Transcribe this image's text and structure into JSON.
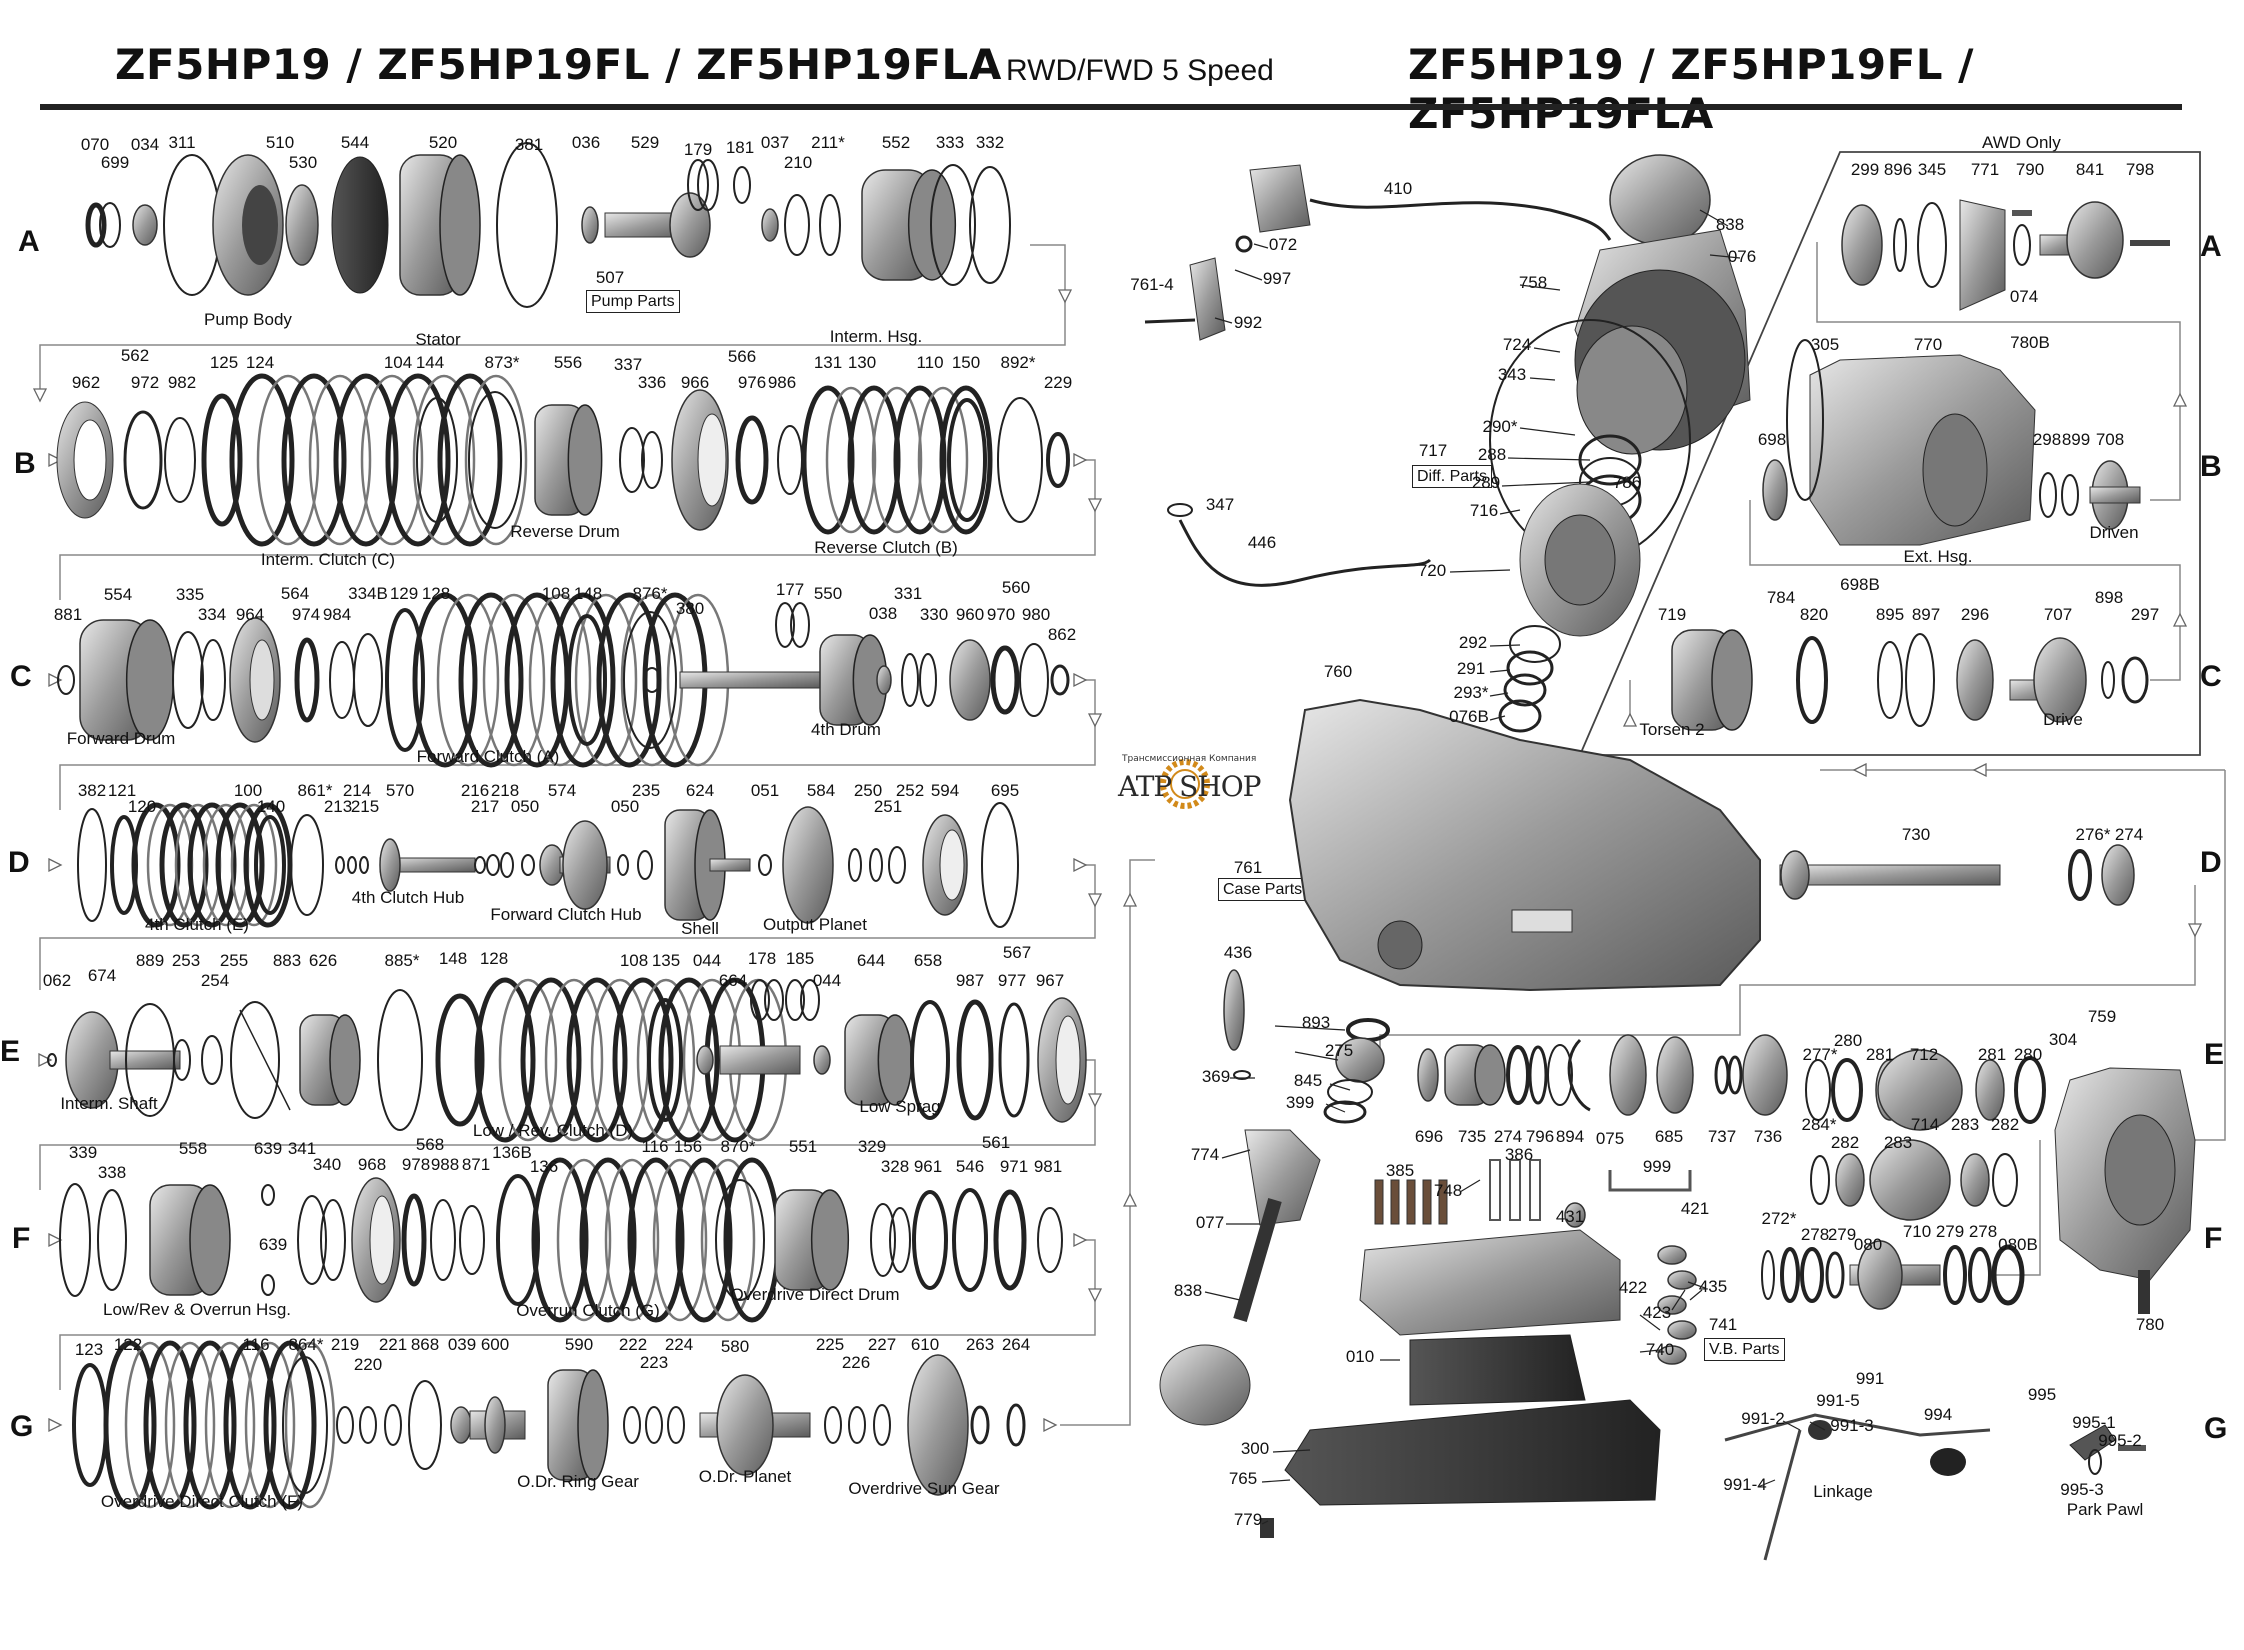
{
  "header": {
    "title_left": "ZF5HP19 / ZF5HP19FL / ZF5HP19FLA",
    "subtitle": "RWD/FWD 5 Speed",
    "title_right": "ZF5HP19 / ZF5HP19FL / ZF5HP19FLA"
  },
  "rows": [
    "A",
    "B",
    "C",
    "D",
    "E",
    "F",
    "G"
  ],
  "awd_label": "AWD Only",
  "boxes": {
    "pump": "Pump Parts",
    "diff": "Diff. Parts",
    "case": "Case Parts",
    "vb": "V.B. Parts"
  },
  "logo": {
    "sub": "Трансмиссионная Компания",
    "main": "ATP SHOP"
  },
  "row_a": {
    "labels": [
      "070",
      "699",
      "034",
      "311",
      "510",
      "530",
      "544",
      "520",
      "381",
      "036",
      "529",
      "179",
      "181",
      "037",
      "210",
      "211*",
      "552",
      "333",
      "332",
      "507"
    ],
    "captions": [
      "Pump Body",
      "Stator",
      "Interm. Hsg."
    ]
  },
  "row_b": {
    "labels": [
      "562",
      "962",
      "972",
      "982",
      "125",
      "124",
      "104",
      "144",
      "873*",
      "556",
      "337",
      "336",
      "566",
      "966",
      "976",
      "986",
      "131",
      "130",
      "110",
      "150",
      "892*",
      "229"
    ],
    "captions": [
      "Interm. Clutch (C)",
      "Reverse Drum",
      "Reverse Clutch (B)"
    ]
  },
  "row_c": {
    "labels": [
      "881",
      "554",
      "335",
      "334",
      "564",
      "964",
      "974",
      "984",
      "334B",
      "129",
      "128",
      "108",
      "148",
      "876*",
      "380",
      "177",
      "550",
      "038",
      "331",
      "330",
      "560",
      "960",
      "970",
      "980",
      "862"
    ],
    "captions": [
      "Forward Drum",
      "Forward Clutch (A)",
      "4th Drum"
    ]
  },
  "row_d": {
    "labels": [
      "382",
      "121",
      "120",
      "100",
      "140",
      "861*",
      "213",
      "214",
      "215",
      "570",
      "216",
      "217",
      "218",
      "050",
      "574",
      "050",
      "235",
      "624",
      "051",
      "584",
      "250",
      "251",
      "252",
      "594",
      "695"
    ],
    "captions": [
      "4th Clutch (E)",
      "4th Clutch Hub",
      "Forward Clutch Hub",
      "Shell",
      "Output Planet"
    ]
  },
  "row_e": {
    "labels": [
      "062",
      "674",
      "889",
      "253",
      "254",
      "255",
      "883",
      "626",
      "885*",
      "148",
      "128",
      "108",
      "135",
      "044",
      "664",
      "178",
      "185",
      "044",
      "644",
      "658",
      "567",
      "987",
      "977",
      "967"
    ],
    "captions": [
      "Interm. Shaft",
      "Low / Rev. Clutch (D)",
      "Low Sprag"
    ]
  },
  "row_f": {
    "labels": [
      "339",
      "338",
      "558",
      "639",
      "341",
      "340",
      "568",
      "968",
      "978",
      "988",
      "871",
      "136B",
      "136",
      "116",
      "156",
      "870*",
      "551",
      "329",
      "328",
      "961",
      "546",
      "971",
      "981",
      "561",
      "639"
    ],
    "captions": [
      "Low/Rev & Overrun Hsg.",
      "Overrun Clutch (G)",
      "Overdrive Direct Drum"
    ]
  },
  "row_g": {
    "labels": [
      "123",
      "122",
      "116",
      "864*",
      "219",
      "220",
      "221",
      "868",
      "039",
      "600",
      "590",
      "222",
      "223",
      "224",
      "580",
      "225",
      "226",
      "227",
      "610",
      "263",
      "264"
    ],
    "captions": [
      "Overdrive Direct Clutch (F)",
      "O.Dr. Ring Gear",
      "O.Dr. Planet",
      "Overdrive Sun Gear"
    ]
  },
  "right_top": {
    "labels": [
      "410",
      "072",
      "997",
      "761-4",
      "992",
      "838",
      "076",
      "758",
      "724",
      "343",
      "290*",
      "288",
      "289",
      "716",
      "720",
      "292",
      "291",
      "293*",
      "076B",
      "786",
      "347",
      "446",
      "717"
    ]
  },
  "awd": {
    "labels": [
      "299",
      "896",
      "345",
      "771",
      "790",
      "841",
      "798",
      "074",
      "305",
      "770",
      "780B",
      "698",
      "298",
      "899",
      "708",
      "784",
      "698B",
      "719",
      "820",
      "895",
      "897",
      "296",
      "707",
      "898",
      "297"
    ],
    "captions": [
      "Ext. Hsg.",
      "Driven",
      "Torsen 2",
      "Drive"
    ]
  },
  "lower_right": {
    "labels": [
      "760",
      "761",
      "730",
      "276*",
      "274",
      "436",
      "893",
      "275",
      "369",
      "845",
      "399",
      "774",
      "077",
      "838",
      "696",
      "735",
      "274",
      "796",
      "894",
      "075",
      "685",
      "737",
      "736",
      "277*",
      "280",
      "281",
      "712",
      "281",
      "280",
      "304",
      "759",
      "284*",
      "282",
      "283",
      "714",
      "283",
      "282",
      "272*",
      "278",
      "279",
      "080",
      "710",
      "279",
      "278",
      "080B",
      "780",
      "386",
      "385",
      "748",
      "999",
      "431",
      "421",
      "435",
      "422",
      "423",
      "740",
      "010",
      "741",
      "300",
      "765",
      "779",
      "991",
      "991-2",
      "991-5",
      "991-3",
      "994",
      "991-4",
      "995",
      "995-1",
      "995-2",
      "995-3"
    ],
    "captions": [
      "Linkage",
      "Park Pawl"
    ]
  }
}
